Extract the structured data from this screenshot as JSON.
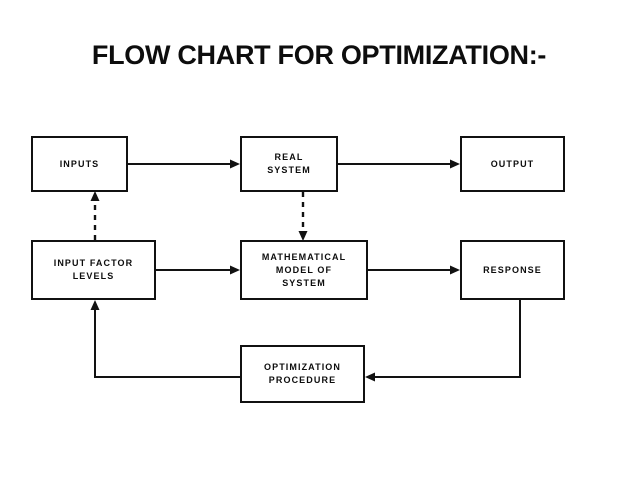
{
  "page": {
    "title": "FLOW CHART FOR OPTIMIZATION:-",
    "background_color": "#ffffff",
    "ink_color": "#121212"
  },
  "diagram": {
    "type": "flowchart",
    "nodes": [
      {
        "id": "inputs",
        "label": "INPUTS",
        "shape": "rectangle"
      },
      {
        "id": "real_system",
        "label": "REAL\nSYSTEM",
        "shape": "rectangle"
      },
      {
        "id": "output",
        "label": "OUTPUT",
        "shape": "rectangle"
      },
      {
        "id": "input_factor",
        "label": "INPUT FACTOR\nLEVELS",
        "shape": "rectangle"
      },
      {
        "id": "math_model",
        "label": "MATHEMATICAL\nMODEL OF\nSYSTEM",
        "shape": "rectangle"
      },
      {
        "id": "response",
        "label": "RESPONSE",
        "shape": "rectangle"
      },
      {
        "id": "optimization",
        "label": "OPTIMIZATION\nPROCEDURE",
        "shape": "rectangle"
      }
    ],
    "edges": [
      {
        "id": "e1",
        "from": "inputs",
        "to": "real_system",
        "style": "solid",
        "arrow": "right"
      },
      {
        "id": "e2",
        "from": "real_system",
        "to": "output",
        "style": "solid",
        "arrow": "right"
      },
      {
        "id": "e3",
        "from": "input_factor",
        "to": "math_model",
        "style": "solid",
        "arrow": "right"
      },
      {
        "id": "e4",
        "from": "math_model",
        "to": "response",
        "style": "solid",
        "arrow": "right"
      },
      {
        "id": "e5",
        "from": "input_factor",
        "to": "inputs",
        "style": "dashed",
        "arrow": "up"
      },
      {
        "id": "e6",
        "from": "real_system",
        "to": "math_model",
        "style": "dashed",
        "arrow": "down"
      },
      {
        "id": "e7",
        "from": "response",
        "to": "optimization",
        "style": "solid",
        "arrow": "left"
      },
      {
        "id": "e8",
        "from": "optimization",
        "to": "input_factor",
        "style": "solid",
        "arrow": "up"
      }
    ]
  }
}
